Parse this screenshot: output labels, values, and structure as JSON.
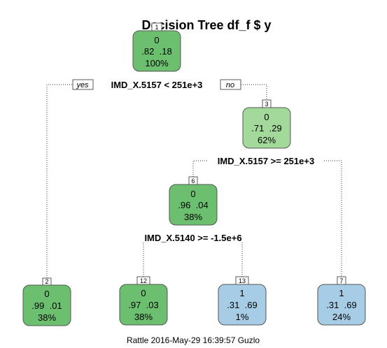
{
  "title": "Decision Tree df_f $ y",
  "footer": "Rattle 2016-May-29 16:39:57 Guzlo",
  "branch_labels": {
    "yes": "yes",
    "no": "no"
  },
  "colors": {
    "class0_dark": "#6bbf6f",
    "class0_light": "#a3d99b",
    "class1": "#a7cde6",
    "node_border": "#555555",
    "edge": "#333333"
  },
  "splits": [
    {
      "id": "s1",
      "text": "IMD_X.5157 < 251e+3"
    },
    {
      "id": "s3",
      "text": "IMD_X.5157 >= 251e+3"
    },
    {
      "id": "s6",
      "text": "IMD_X.5140 >= -1.5e+6"
    }
  ],
  "nodes": [
    {
      "id": "1",
      "tag": "1",
      "class": "0",
      "probs": ".82  .18",
      "pct": "100%",
      "color": "class0_dark"
    },
    {
      "id": "3",
      "tag": "3",
      "class": "0",
      "probs": ".71  .29",
      "pct": "62%",
      "color": "class0_light"
    },
    {
      "id": "6",
      "tag": "6",
      "class": "0",
      "probs": ".96  .04",
      "pct": "38%",
      "color": "class0_dark"
    },
    {
      "id": "2",
      "tag": "2",
      "class": "0",
      "probs": ".99  .01",
      "pct": "38%",
      "color": "class0_dark"
    },
    {
      "id": "12",
      "tag": "12",
      "class": "0",
      "probs": ".97  .03",
      "pct": "38%",
      "color": "class0_dark"
    },
    {
      "id": "13",
      "tag": "13",
      "class": "1",
      "probs": ".31  .69",
      "pct": "1%",
      "color": "class1"
    },
    {
      "id": "7",
      "tag": "7",
      "class": "1",
      "probs": ".31  .69",
      "pct": "24%",
      "color": "class1"
    }
  ]
}
